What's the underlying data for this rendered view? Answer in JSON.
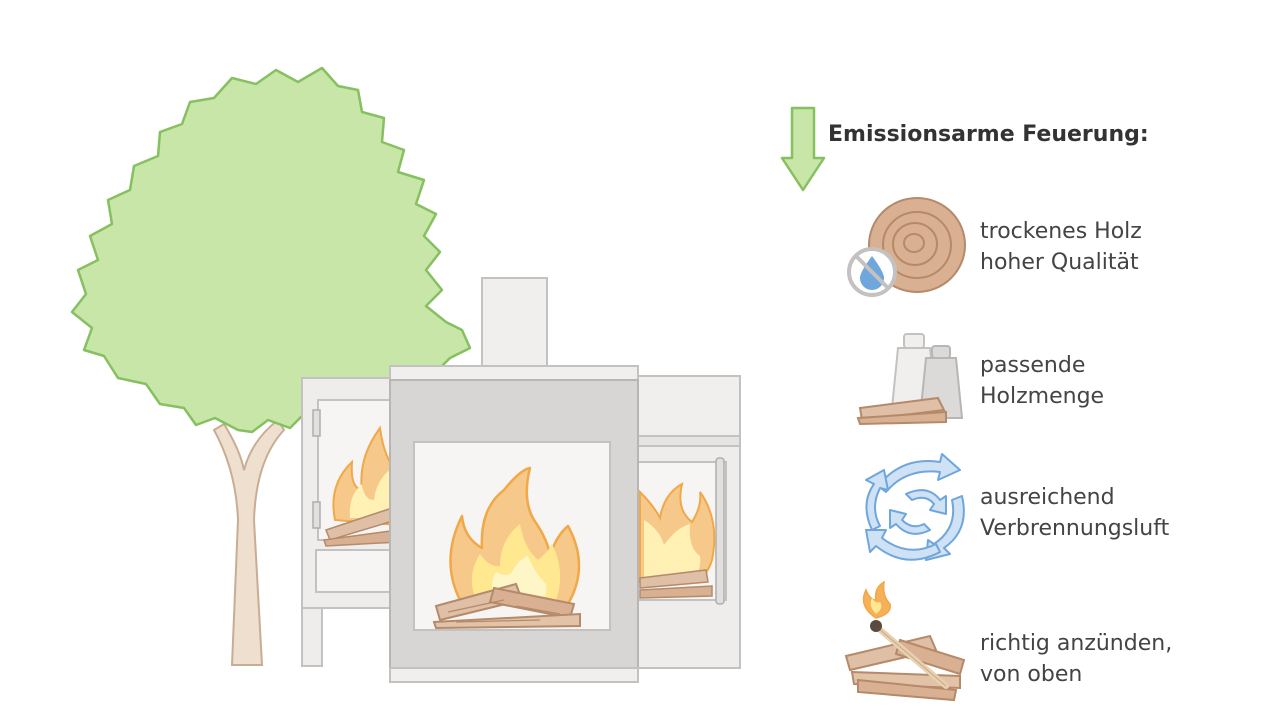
{
  "legend": {
    "heading": "Emissionsarme Feuerung:",
    "items": [
      {
        "line1": "trockenes Holz",
        "line2": "hoher Qualität",
        "icon": "dry-wood-log-icon"
      },
      {
        "line1": "passende",
        "line2": "Holzmenge",
        "icon": "weights-icon"
      },
      {
        "line1": "ausreichend",
        "line2": "Verbrennungsluft",
        "icon": "air-circulation-icon"
      },
      {
        "line1": "richtig anzünden,",
        "line2": "von oben",
        "icon": "lit-match-icon"
      }
    ]
  },
  "colors": {
    "tree_foliage": "#c8e6a8",
    "tree_outline": "#86c060",
    "trunk": "#eedfcf",
    "stove_body": "#d8d6d4",
    "stove_light": "#f0efee",
    "flame_outer": "#f6b05a",
    "flame_inner": "#ffe890",
    "wood": "#d9b091",
    "arrow_green": "#c8e6a8",
    "air_blue": "#6fa6dc"
  }
}
